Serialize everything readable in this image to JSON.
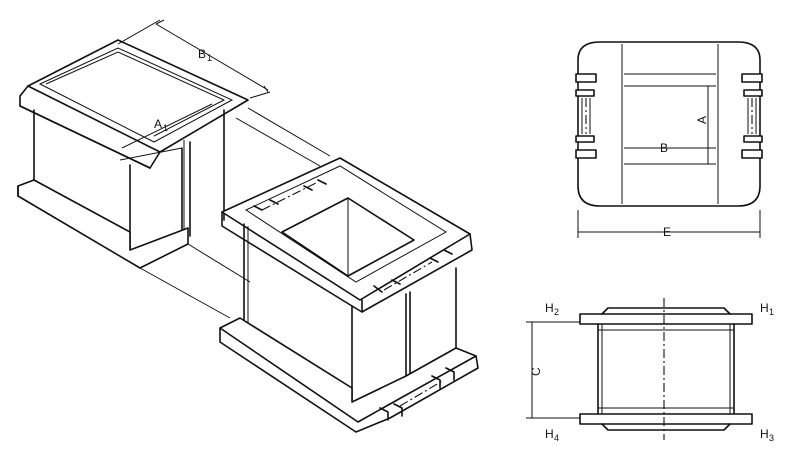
{
  "figure": {
    "labels": {
      "b1": "B",
      "b1_sub": "1",
      "a1": "A",
      "a1_sub": "1",
      "a": "A",
      "b": "B",
      "e": "E",
      "c": "C",
      "h1": "H",
      "h1_sub": "1",
      "h2": "H",
      "h2_sub": "2",
      "h3": "H",
      "h3_sub": "3",
      "h4": "H",
      "h4_sub": "4"
    }
  }
}
